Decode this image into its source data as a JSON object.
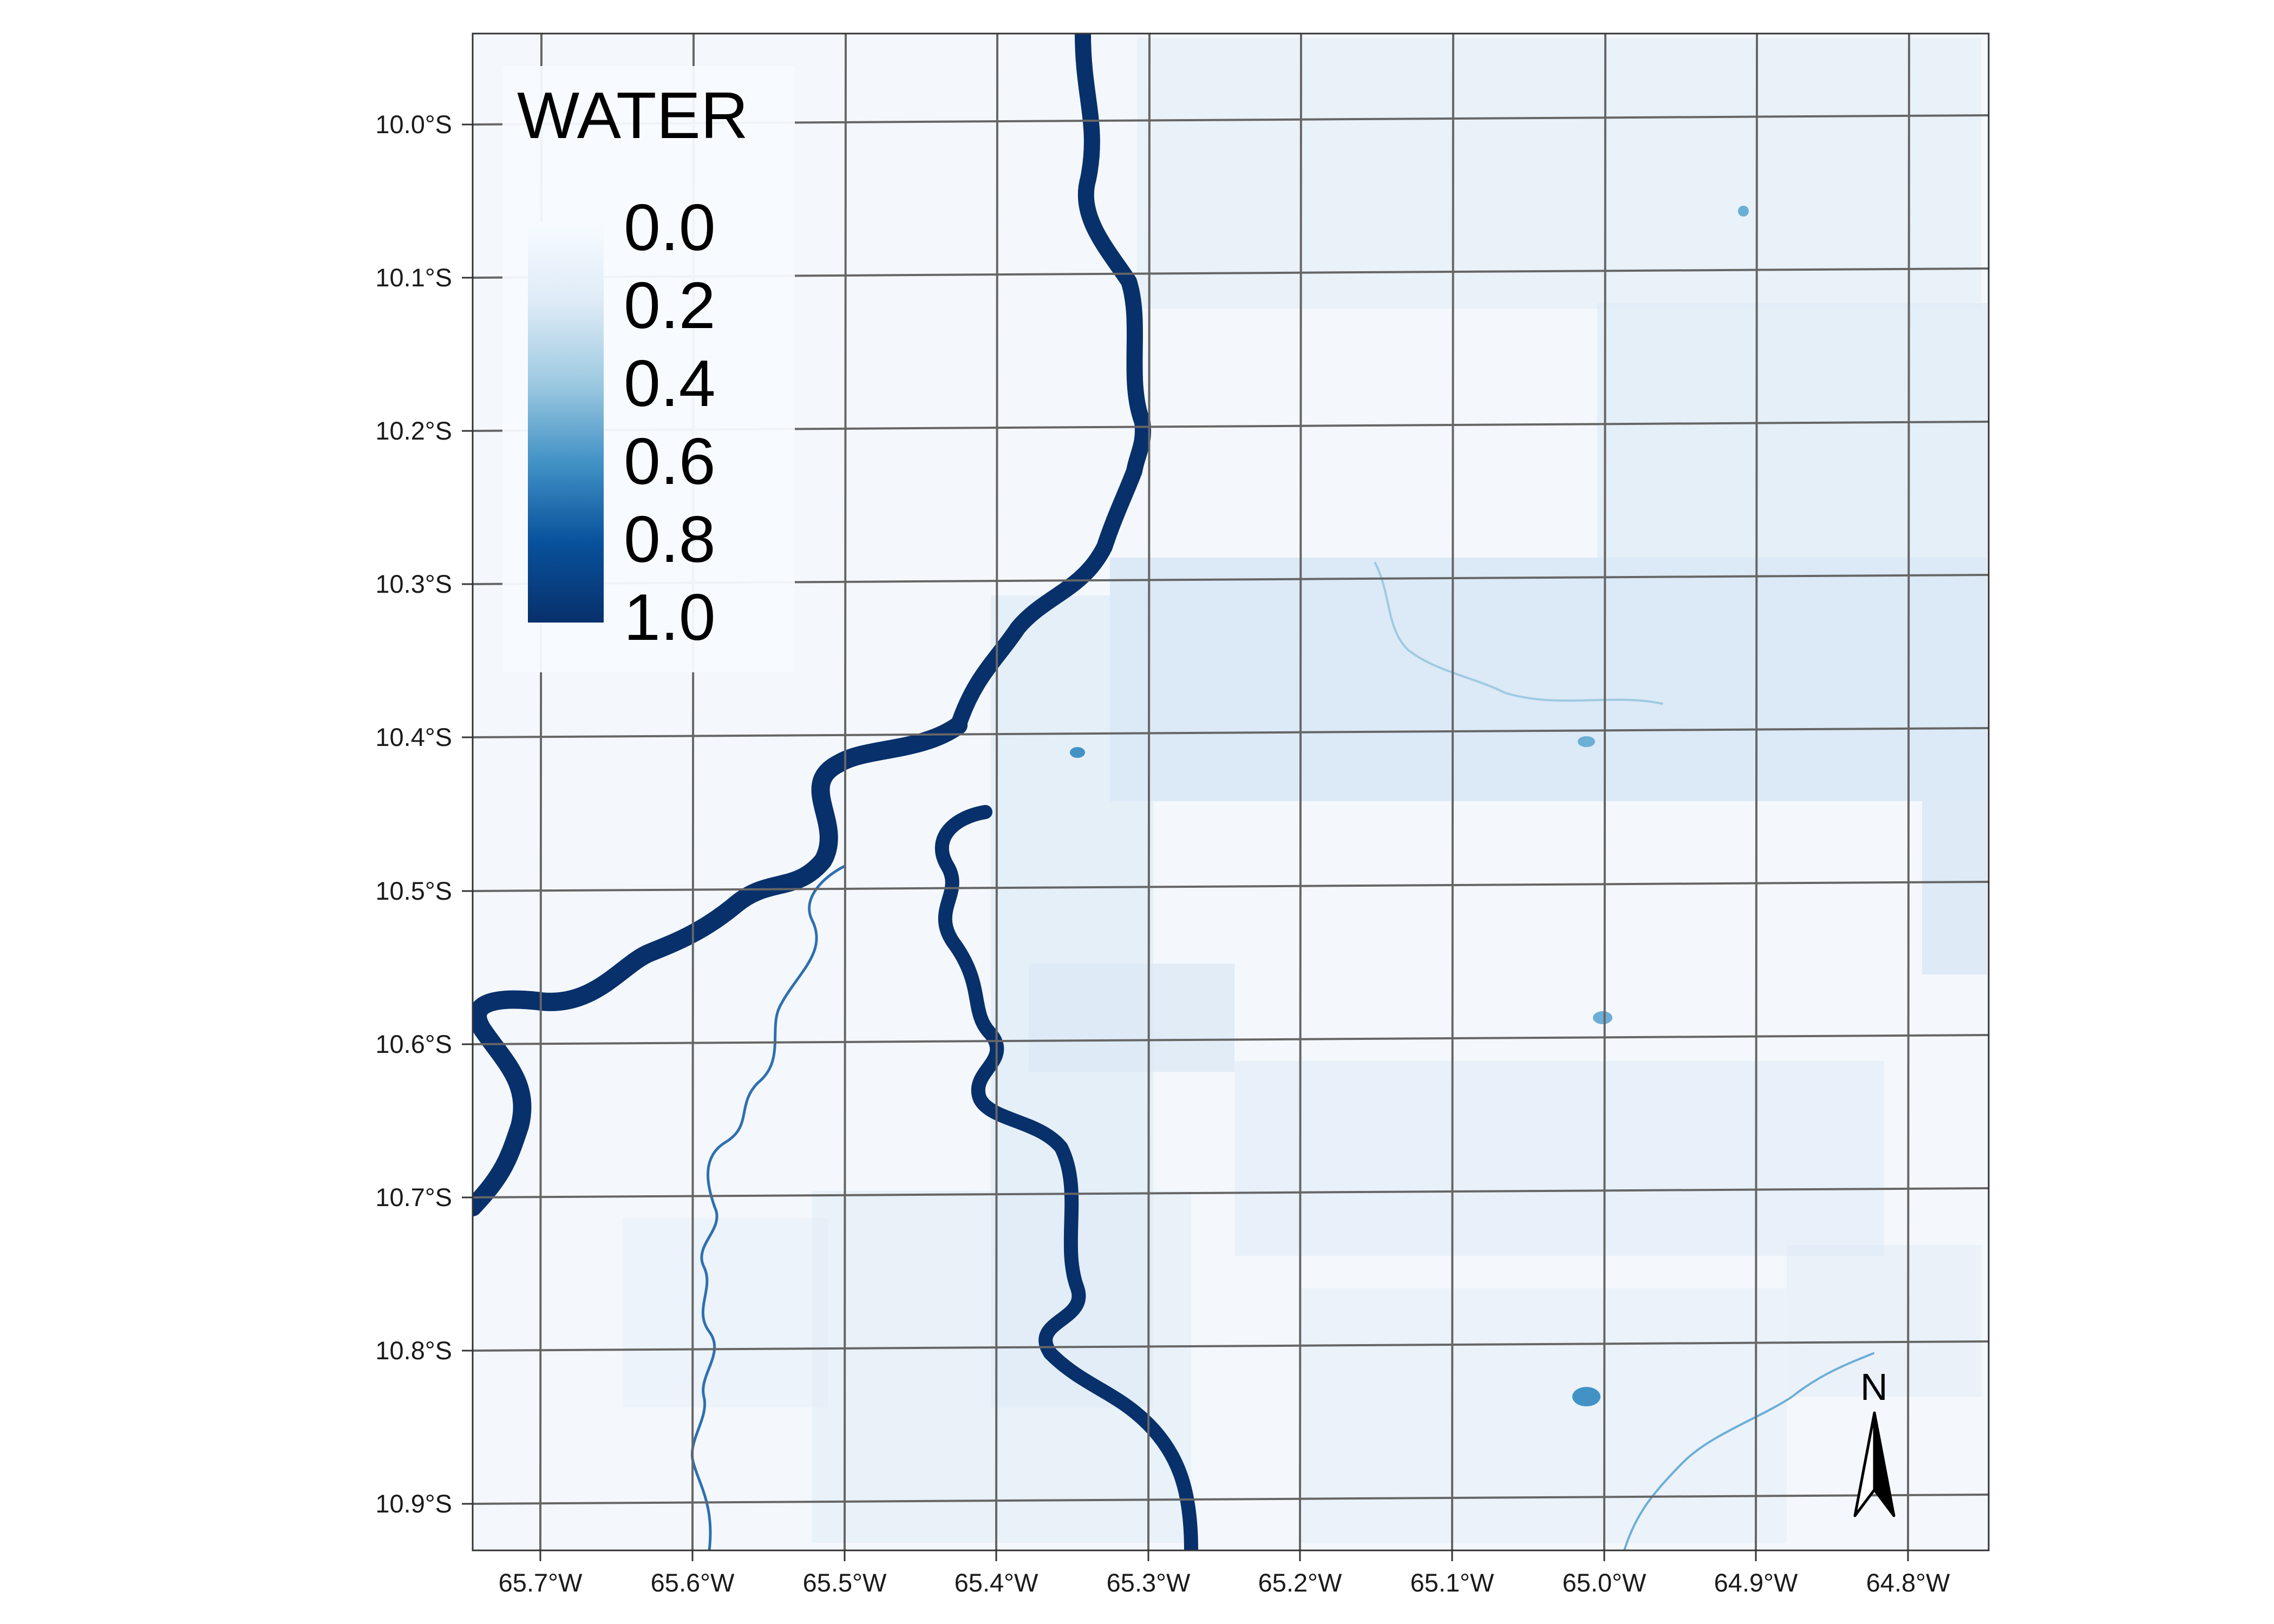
{
  "legend": {
    "title": "WATER",
    "ticks": [
      "0.0",
      "0.2",
      "0.4",
      "0.6",
      "0.8",
      "1.0"
    ],
    "color_low": "#f7fbff",
    "color_high": "#08306b"
  },
  "axes": {
    "lat_labels": [
      "10.0°S",
      "10.1°S",
      "10.2°S",
      "10.3°S",
      "10.4°S",
      "10.5°S",
      "10.6°S",
      "10.7°S",
      "10.8°S",
      "10.9°S"
    ],
    "lon_labels": [
      "65.7°W",
      "65.6°W",
      "65.5°W",
      "65.4°W",
      "65.3°W",
      "65.2°W",
      "65.1°W",
      "65.0°W",
      "64.9°W",
      "64.8°W"
    ]
  },
  "north_arrow": {
    "letter": "N"
  },
  "colors": {
    "river": "#08306b",
    "land": "#f4f8fd",
    "field": "#c9ddf0",
    "graticule": "#666666"
  }
}
